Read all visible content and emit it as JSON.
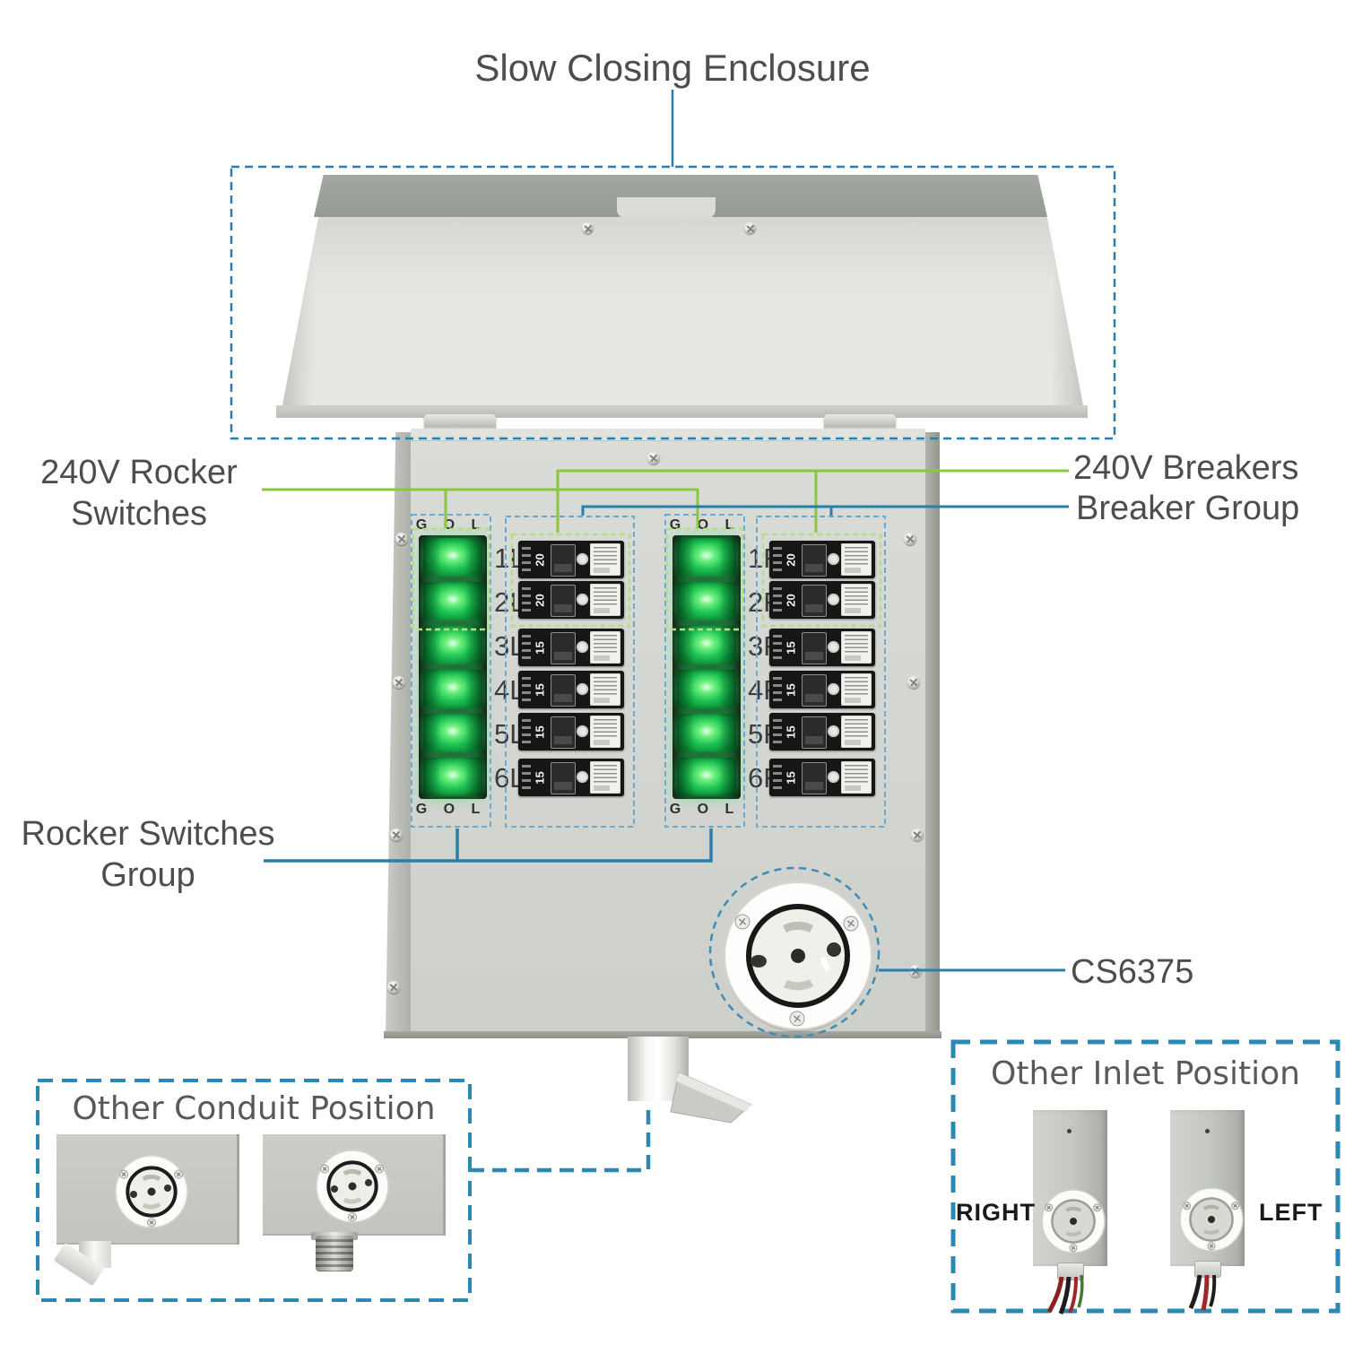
{
  "annotations": {
    "enclosure_label": "Slow Closing Enclosure",
    "rocker_240v_label": "240V Rocker\nSwitches",
    "breakers_240v_label": "240V Breakers",
    "breaker_group_label": "Breaker Group",
    "rocker_group_label": "Rocker Switches\nGroup",
    "inlet_label": "CS6375"
  },
  "panel": {
    "gol": "G O L",
    "left_switches": [
      "1L",
      "2L",
      "3L",
      "4L",
      "5L",
      "6L"
    ],
    "right_switches": [
      "1R",
      "2R",
      "3R",
      "4R",
      "5R",
      "6R"
    ],
    "left_breaker_amps": [
      "20",
      "20",
      "15",
      "15",
      "15",
      "15"
    ],
    "right_breaker_amps": [
      "20",
      "20",
      "15",
      "15",
      "15",
      "15"
    ]
  },
  "insets": {
    "conduit_title": "Other Conduit Position",
    "inlet_title": "Other Inlet Position",
    "inlet_right": "RIGHT",
    "inlet_left": "LEFT"
  },
  "colors": {
    "annotation_green": "#8cc63e",
    "annotation_blue": "#2a7fa9",
    "panel_dash_blue": "#6fa9cf",
    "panel_dash_green": "#b8dc8c",
    "inset_dash_blue": "#2b87b3",
    "label_text": "#4d4d4f"
  }
}
